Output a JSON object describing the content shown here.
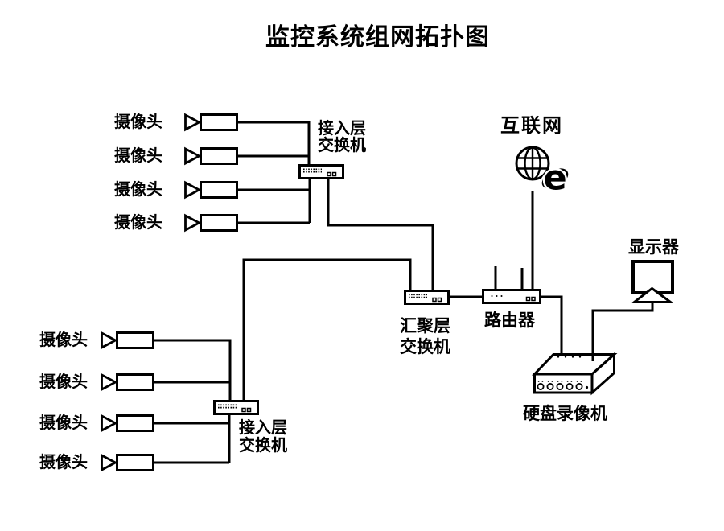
{
  "title": "监控系统组网拓扑图",
  "colors": {
    "ink": "#000000",
    "background": "#ffffff"
  },
  "camera_groups": {
    "top": {
      "cameras": [
        "摄像头",
        "摄像头",
        "摄像头",
        "摄像头"
      ]
    },
    "bottom": {
      "cameras": [
        "摄像头",
        "摄像头",
        "摄像头",
        "摄像头"
      ]
    }
  },
  "devices": {
    "access_switch_top": {
      "icon": "switch-icon",
      "label_line1": "接入层",
      "label_line2": "交换机"
    },
    "access_switch_bottom": {
      "icon": "switch-icon",
      "label_line1": "接入层",
      "label_line2": "交换机"
    },
    "aggregation_switch": {
      "icon": "switch-icon",
      "label_line1": "汇聚层",
      "label_line2": "交换机"
    },
    "router": {
      "icon": "router-icon",
      "label": "路由器"
    },
    "internet": {
      "icon": "globe-ie-icon",
      "label": "互联网",
      "ie_glyph": "e"
    },
    "dvr": {
      "icon": "dvr-box-icon",
      "label": "硬盘录像机"
    },
    "monitor": {
      "icon": "monitor-icon",
      "label": "显示器"
    }
  }
}
